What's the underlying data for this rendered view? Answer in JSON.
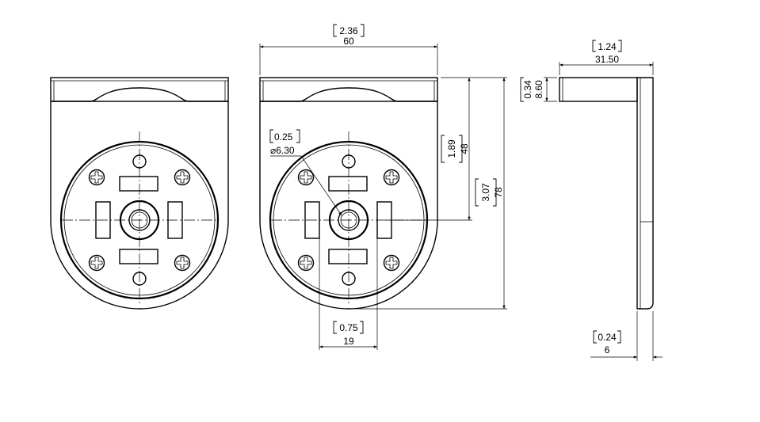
{
  "dimensions": {
    "width_in": "2.36",
    "width_mm": "60",
    "hole_dia_in": "0.25",
    "hole_dia_mm": "⌀6.30",
    "center_h_in": "1.89",
    "center_h_mm": "48",
    "total_h_in": "3.07",
    "total_h_mm": "78",
    "spacing_in": "0.75",
    "spacing_mm": "19",
    "depth_in": "1.24",
    "depth_mm": "31.50",
    "flange_in": "0.34",
    "flange_mm": "8.60",
    "thick_in": "0.24",
    "thick_mm": "6"
  }
}
